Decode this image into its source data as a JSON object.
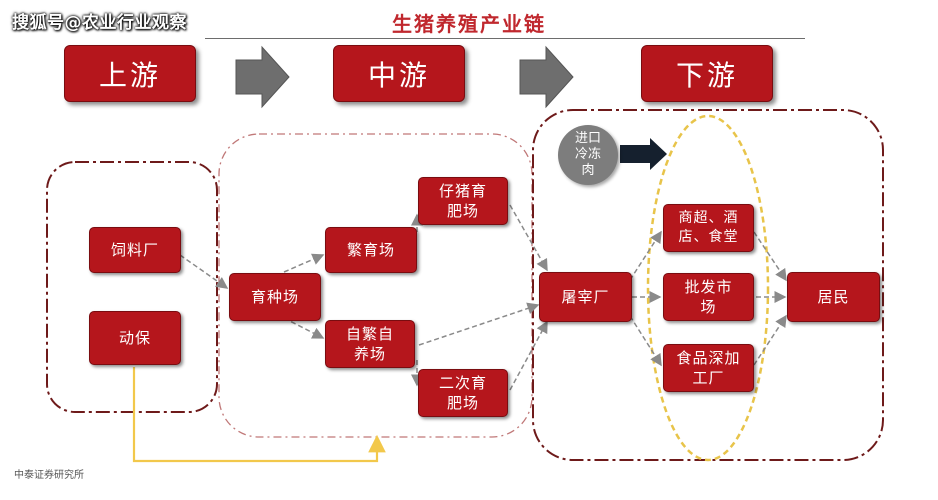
{
  "watermark": "搜狐号@农业行业观察",
  "title": "生猪养殖产业链",
  "stages": {
    "upstream": "上游",
    "midstream": "中游",
    "downstream": "下游"
  },
  "nodes": {
    "feed_mill": "饲料厂",
    "animal_health": "动保",
    "breeding_farm": "育种场",
    "propagation_farm": "繁育场",
    "self_breeding_farm": "自繁自养场",
    "piglet_farm": "仔猪育肥场",
    "secondary_farm": "二次育肥场",
    "slaughterhouse": "屠宰厂",
    "imported_frozen": "进口冷冻肉",
    "retail": "商超、酒店、食堂",
    "wholesale": "批发市场",
    "processing": "食品深加工厂",
    "residents": "居民"
  },
  "source": "中泰证券研究所",
  "colors": {
    "node_fill": "#b5161c",
    "title": "#c0282e",
    "group_border": "#6e1a1a",
    "highlight_ellipse": "#e8c44a",
    "feedback_line": "#f2c84b",
    "flow_arrow": "#8a8a8a"
  }
}
